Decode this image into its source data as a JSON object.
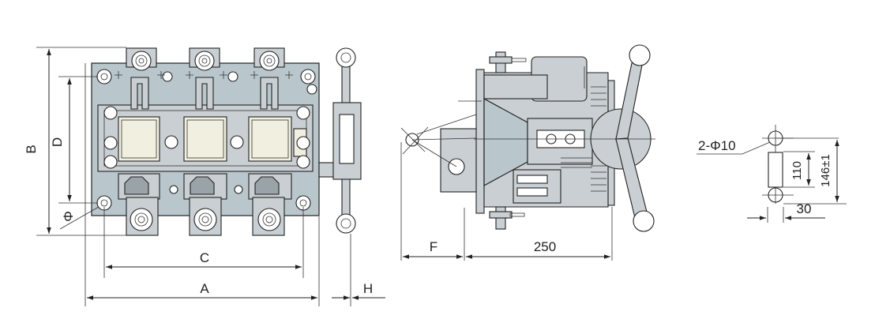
{
  "labels": {
    "A": "A",
    "B": "B",
    "C": "C",
    "D": "D",
    "F": "F",
    "H": "H",
    "phi": "Φ",
    "side_width": "250",
    "holes": "2-Φ10",
    "hole_spacing": "110",
    "hole_tolerance": "146±1",
    "hole_offset": "30"
  },
  "colors": {
    "body": "#b9c7cd",
    "part": "#c9cfd2",
    "contact": "#f0efe0",
    "stroke": "#222222"
  }
}
